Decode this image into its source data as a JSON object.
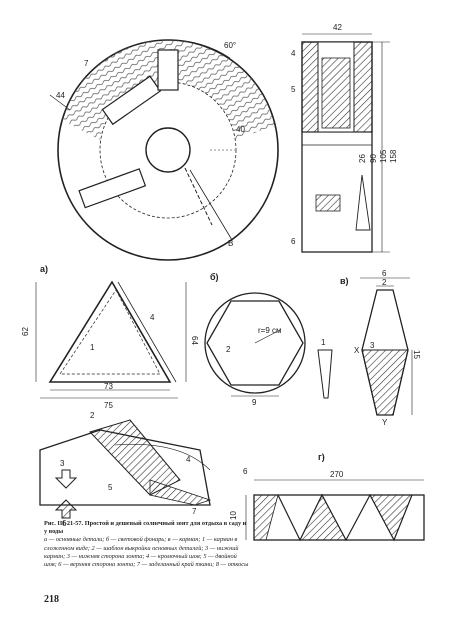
{
  "caption": {
    "title": "Рис. III-21-57. Простой и дешевый солнечный зонт для отдыха в саду и у воды",
    "legend": "а — основные детали; б — световой фонарь; в — карман; 1 — карман в сложенном виде; 2 — шаблон выкройки основных деталей; 3 — нижний карман; 3 — нижняя сторона зонта; 4 — кромочный шов; 5 — двойной шов; 6 — верхняя сторона зонта; 7 — заделанный край ткани; 8 — откосы"
  },
  "page_number": "218",
  "labels": {
    "fig_a": "а)",
    "fig_b": "б)",
    "fig_v": "в)",
    "fig_g": "г)",
    "angle": "60°",
    "dim_42": "42",
    "dim_40": "40",
    "dim_44": "44",
    "dim_5": "5",
    "dim_26": "26",
    "dim_90": "90",
    "dim_105": "105",
    "dim_158": "158",
    "dim_62": "62",
    "dim_64": "64",
    "dim_73": "73",
    "dim_75": "75",
    "dim_r9": "r=9 см",
    "dim_9": "9",
    "dim_6": "6",
    "dim_2": "2",
    "dim_15": "15",
    "dim_270": "270",
    "dim_10": "10",
    "mark_B": "В",
    "mark_X": "X",
    "mark_Y": "Y",
    "n1": "1",
    "n2": "2",
    "n3": "3",
    "n4": "4",
    "n5": "5",
    "n6": "6",
    "n7": "7",
    "n8": "8"
  }
}
